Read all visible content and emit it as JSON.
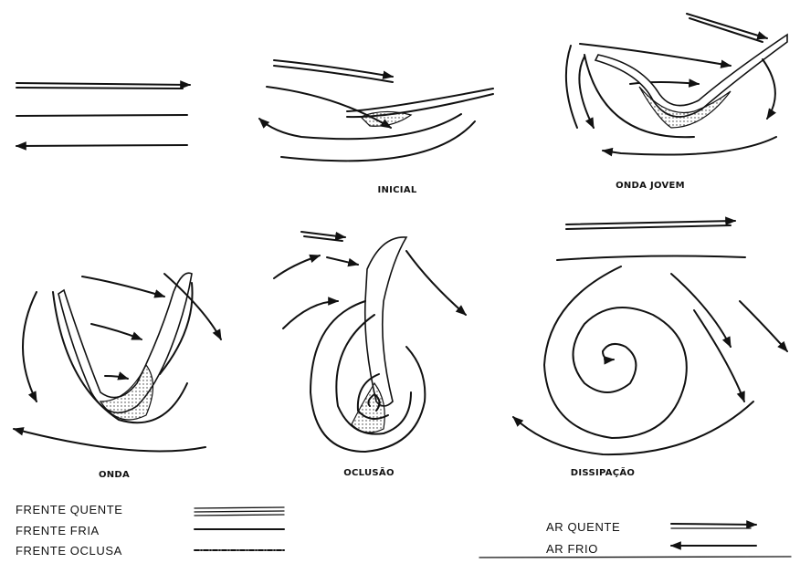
{
  "stages": {
    "inicial": "INICIAL",
    "onda_jovem": "ONDA  JOVEM",
    "onda": "ONDA",
    "oclusao": "OCLUSÃO",
    "dissipacao": "DISSIPAÇÃO"
  },
  "legend": {
    "frente_quente": "FRENTE  QUENTE",
    "frente_fria": "FRENTE  FRIA",
    "frente_oclusa": "FRENTE  OCLUSA",
    "ar_quente": "AR  QUENTE",
    "ar_frio": "AR  FRIO"
  }
}
